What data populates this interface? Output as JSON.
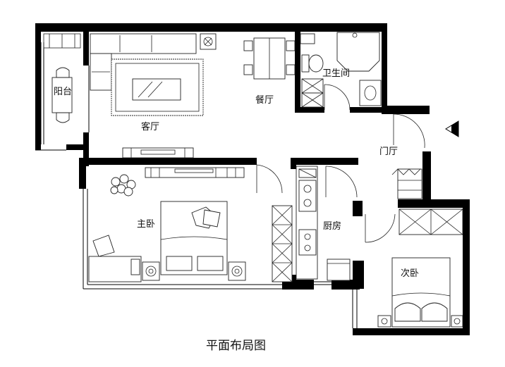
{
  "title": "平面布局图",
  "rooms": {
    "balcony": "阳台",
    "living_room": "客厅",
    "dining_room": "餐厅",
    "bathroom": "卫生间",
    "foyer": "门厅",
    "master_bedroom": "主卧",
    "kitchen": "厨房",
    "second_bedroom": "次卧"
  },
  "icons": {
    "entrance": "entrance-arrow-icon"
  }
}
